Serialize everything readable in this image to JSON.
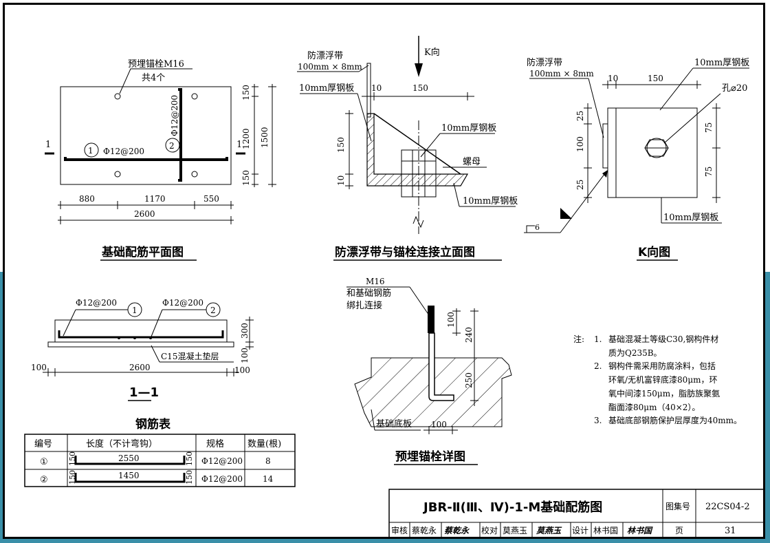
{
  "plan": {
    "title": "基础配筋平面图",
    "anchor_label": "预埋锚栓M16",
    "anchor_count": "共4个",
    "rebar1_no": "1",
    "rebar1_spec": "Φ12@200",
    "rebar2_no": "2",
    "rebar2_spec": "Φ12@200",
    "section_mark_left": "1",
    "section_mark_right": "1",
    "dim_top_150": "150",
    "dim_1200": "1200",
    "dim_bottom_150": "150",
    "dim_1500": "1500",
    "dim_880": "880",
    "dim_1170": "1170",
    "dim_550": "550",
    "dim_2600": "2600"
  },
  "elevation": {
    "title": "防漂浮带与锚栓连接立面图",
    "k_direction": "K向",
    "strap_label": "防漂浮带",
    "strap_size": "100mm × 8mm",
    "plate_label_1": "10mm厚钢板",
    "plate_label_2": "10mm厚钢板",
    "plate_label_3": "10mm厚钢板",
    "nut_label": "螺母",
    "dim_10": "10",
    "dim_150_h": "150",
    "dim_150_v": "150",
    "dim_10_v": "10"
  },
  "kview": {
    "title": "K向图",
    "strap_label": "防漂浮带",
    "strap_size": "100mm × 8mm",
    "plate_top": "10mm厚钢板",
    "plate_bottom": "10mm厚钢板",
    "hole_label": "孔⌀20",
    "dim_10": "10",
    "dim_150": "150",
    "dim_25_top": "25",
    "dim_100": "100",
    "dim_25_bottom": "25",
    "dim_75_top": "75",
    "dim_75_bottom": "75",
    "weld_size": "6"
  },
  "section": {
    "title": "1—1",
    "rebar1_spec": "Φ12@200",
    "rebar1_no": "1",
    "rebar2_spec": "Φ12@200",
    "rebar2_no": "2",
    "pad_label": "C15混凝土垫层",
    "dim_300": "300",
    "dim_100_v": "100",
    "dim_100_left": "100",
    "dim_2600": "2600",
    "dim_100_right": "100"
  },
  "anchor_detail": {
    "title": "预埋锚栓详图",
    "bolt": "M16",
    "note_line1": "和基础钢筋",
    "note_line2": "绑扎连接",
    "dim_100_v": "100",
    "dim_240": "240",
    "dim_250": "250",
    "dim_100_h": "100",
    "base_label": "基础底板"
  },
  "notes": {
    "prefix": "注:",
    "items": [
      {
        "no": "1.",
        "lines": [
          "基础混凝土等级C30,钢构件材",
          "质为Q235B。"
        ]
      },
      {
        "no": "2.",
        "lines": [
          "钢构件需采用防腐涂料，包括",
          "环氧/无机富锌底漆80μm，环",
          "氧中间漆150μm，脂肪族聚氨",
          "酯面漆80μm（40×2）。"
        ]
      },
      {
        "no": "3.",
        "lines": [
          "基础底部钢筋保护层厚度为40mm。"
        ]
      }
    ]
  },
  "rebar_table": {
    "title": "钢筋表",
    "headers": [
      "编号",
      "长度（不计弯钩）",
      "规格",
      "数量(根)"
    ],
    "rows": [
      {
        "no": "①",
        "hook_left": "150",
        "length": "2550",
        "hook_right": "150",
        "spec": "Φ12@200",
        "qty": "8"
      },
      {
        "no": "②",
        "hook_left": "150",
        "length": "1450",
        "hook_right": "150",
        "spec": "Φ12@200",
        "qty": "14"
      }
    ]
  },
  "title_block": {
    "drawing_title": "JBR-Ⅱ(Ⅲ、Ⅳ)-1-M基础配筋图",
    "atlas_label": "图集号",
    "atlas_no": "22CS04-2",
    "review_label": "审核",
    "reviewer": "蔡乾永",
    "reviewer_sign": "蔡乾永",
    "check_label": "校对",
    "checker": "莫燕玉",
    "checker_sign": "莫燕玉",
    "design_label": "设计",
    "designer": "林书国",
    "designer_sign": "林书国",
    "page_label": "页",
    "page_no": "31"
  }
}
